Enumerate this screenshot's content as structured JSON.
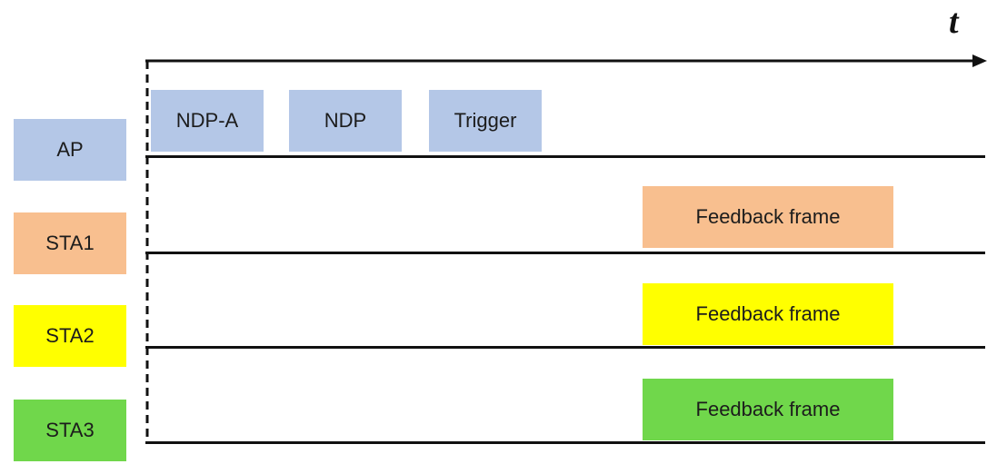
{
  "axis_label": "t",
  "colors": {
    "ap": "#b4c7e7",
    "sta1": "#f8bf8f",
    "sta2": "#ffff00",
    "sta3": "#70d74b",
    "line": "#111111"
  },
  "stations": [
    {
      "label": "AP"
    },
    {
      "label": "STA1"
    },
    {
      "label": "STA2"
    },
    {
      "label": "STA3"
    }
  ],
  "ap_frames": [
    {
      "label": "NDP-A"
    },
    {
      "label": "NDP"
    },
    {
      "label": "Trigger"
    }
  ],
  "feedback_frames": [
    {
      "label": "Feedback frame"
    },
    {
      "label": "Feedback frame"
    },
    {
      "label": "Feedback frame"
    }
  ]
}
